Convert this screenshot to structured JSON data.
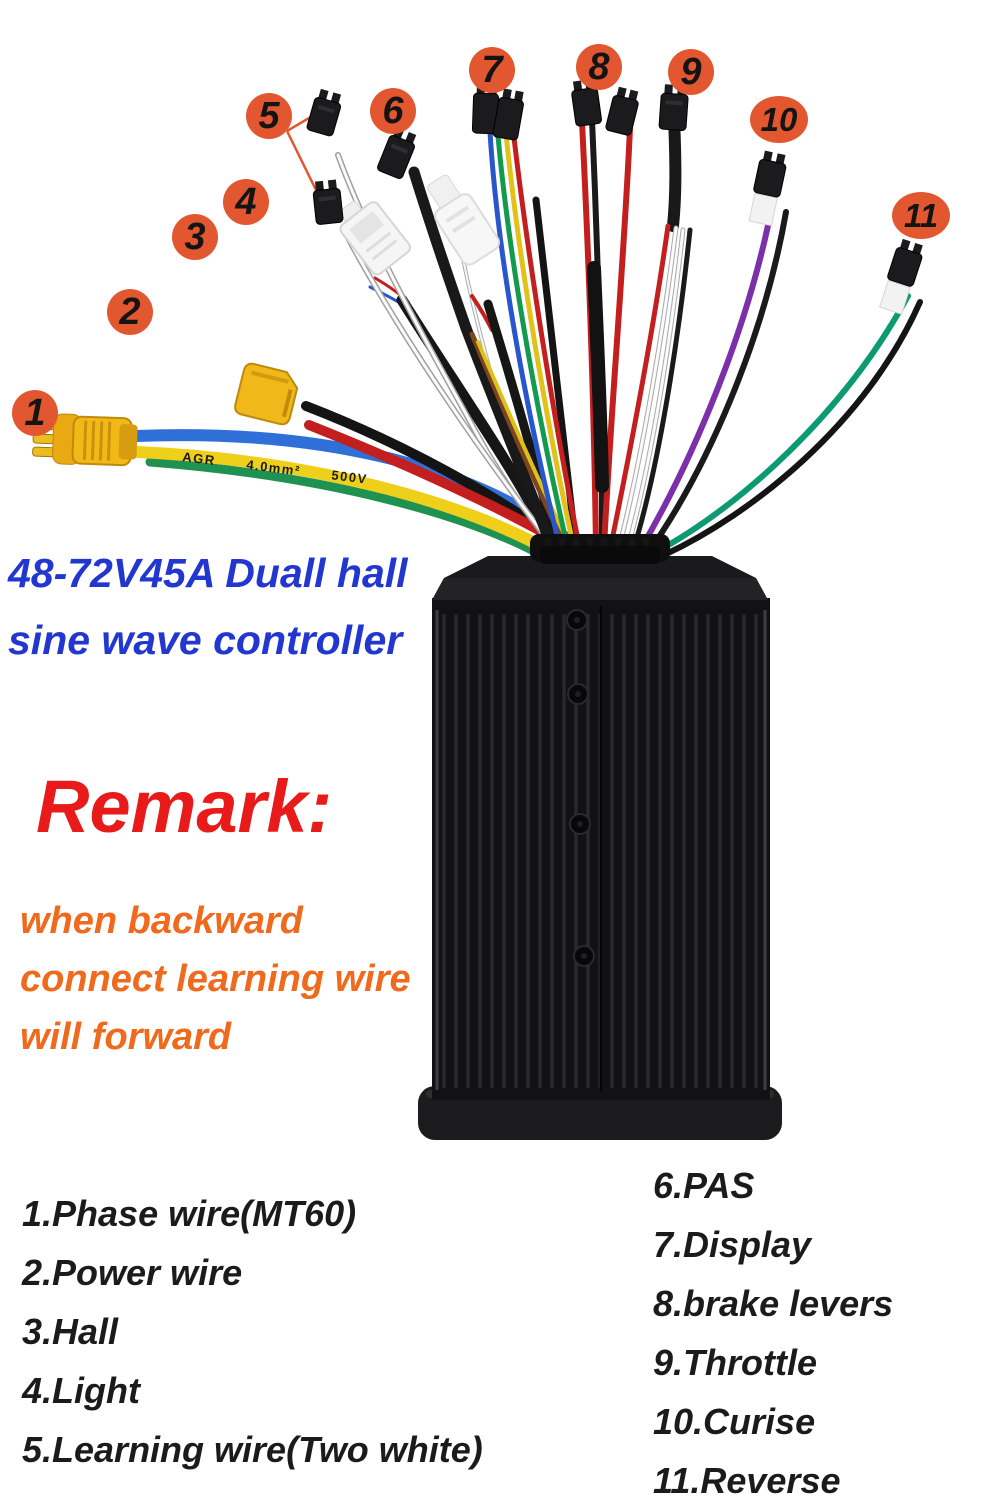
{
  "title": {
    "line1": "48-72V45A Duall hall",
    "line2": "sine wave controller"
  },
  "remark": {
    "heading": "Remark:",
    "lines": [
      "when backward",
      "connect learning wire",
      "will forward"
    ]
  },
  "callouts": [
    {
      "n": "1"
    },
    {
      "n": "2"
    },
    {
      "n": "3"
    },
    {
      "n": "4"
    },
    {
      "n": "5"
    },
    {
      "n": "6"
    },
    {
      "n": "7"
    },
    {
      "n": "8"
    },
    {
      "n": "9"
    },
    {
      "n": "10"
    },
    {
      "n": "11"
    }
  ],
  "legend": {
    "left": [
      "1.Phase wire(MT60)",
      "2.Power wire",
      "3.Hall",
      "4.Light",
      "5.Learning wire(Two white)"
    ],
    "right": [
      "6.PAS",
      "7.Display",
      "8.brake levers",
      "9.Throttle",
      "10.Curise",
      "11.Reverse"
    ]
  },
  "photo": {
    "subject": "black finned e-bike controller with wiring harness fan",
    "wire_print": "AGR 4.0mm² 500V"
  },
  "colors": {
    "badge_orange": "#e2572f",
    "title_blue": "#2236d0",
    "remark_red": "#e81a1a",
    "remark_orange": "#f06a1e",
    "legend_black": "#1b1b1b",
    "controller_body": "#121214",
    "phase_yellow": "#eecf1a",
    "phase_blue": "#2f6fd8",
    "phase_green": "#1f9150",
    "power_red": "#c41f1f",
    "cruise_purple": "#7b2fa8",
    "reverse_teal": "#0c9a72"
  }
}
